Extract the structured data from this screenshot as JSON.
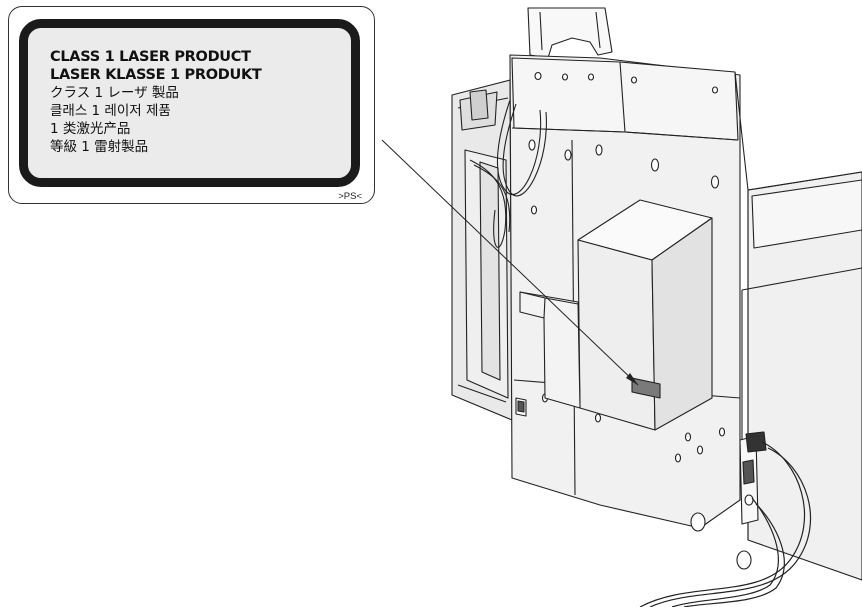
{
  "laser_label": {
    "lines": [
      "CLASS 1  LASER PRODUCT",
      "LASER KLASSE 1 PRODUKT",
      "クラス 1 レーザ 製品",
      "클래스 1  레이저  제품",
      " 1 类激光产品",
      "等級 1 雷射製品"
    ],
    "code": ">PS<"
  },
  "icons": {
    "label_location": "warning-label-marker-icon",
    "power_inlet": "power-inlet-icon",
    "power_cord": "power-cord-icon"
  },
  "colors": {
    "line": "#222222",
    "label_frame": "#1b1b1b",
    "label_fill": "#ebebeb",
    "machine_panel": "#f4f4f4",
    "machine_shadow": "#dcdcdc",
    "label_marker": "#7a7a7a"
  }
}
